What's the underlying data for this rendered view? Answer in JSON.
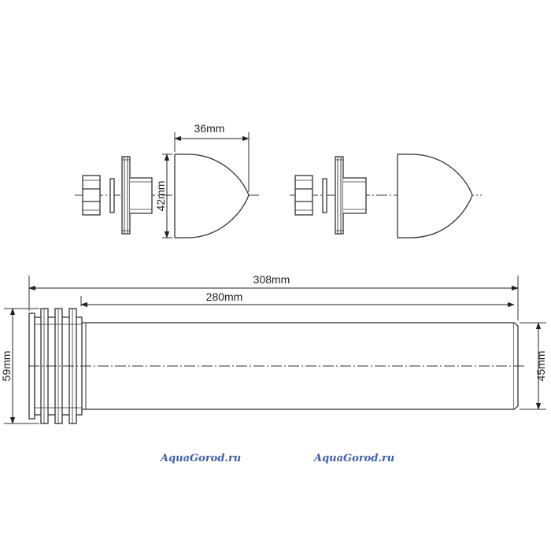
{
  "dimensions": {
    "cap_length": "36mm",
    "cap_diameter": "42mm",
    "overall_length": "308mm",
    "pipe_length": "280mm",
    "collar_diameter": "59mm",
    "pipe_diameter": "45mm"
  },
  "watermark": {
    "left": "AquaGorod.ru",
    "right": "AquaGorod.ru"
  },
  "colors": {
    "line": "#333333",
    "watermark": "#3f60a8"
  }
}
